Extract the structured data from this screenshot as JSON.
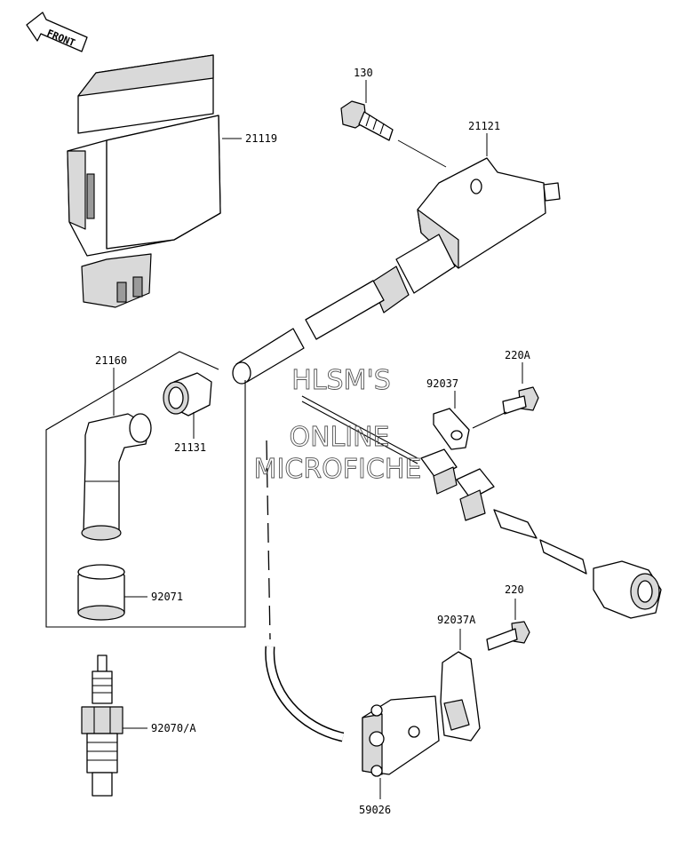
{
  "front_label": "FRONT",
  "watermark": [
    "HLSM'S",
    "ONLINE",
    "MICROFICHE"
  ],
  "parts": {
    "igniter": "21119",
    "bolt": "130",
    "ignition_coil": "21121",
    "plug_cap_kit": "21160",
    "cap_seal": "21131",
    "bracket_92037": "92037",
    "bolt_220A": "220A",
    "cover": "92071",
    "spark_plug": "92070/A",
    "bolt_220": "220",
    "bracket_92037A": "92037A",
    "sensor": "59026"
  }
}
